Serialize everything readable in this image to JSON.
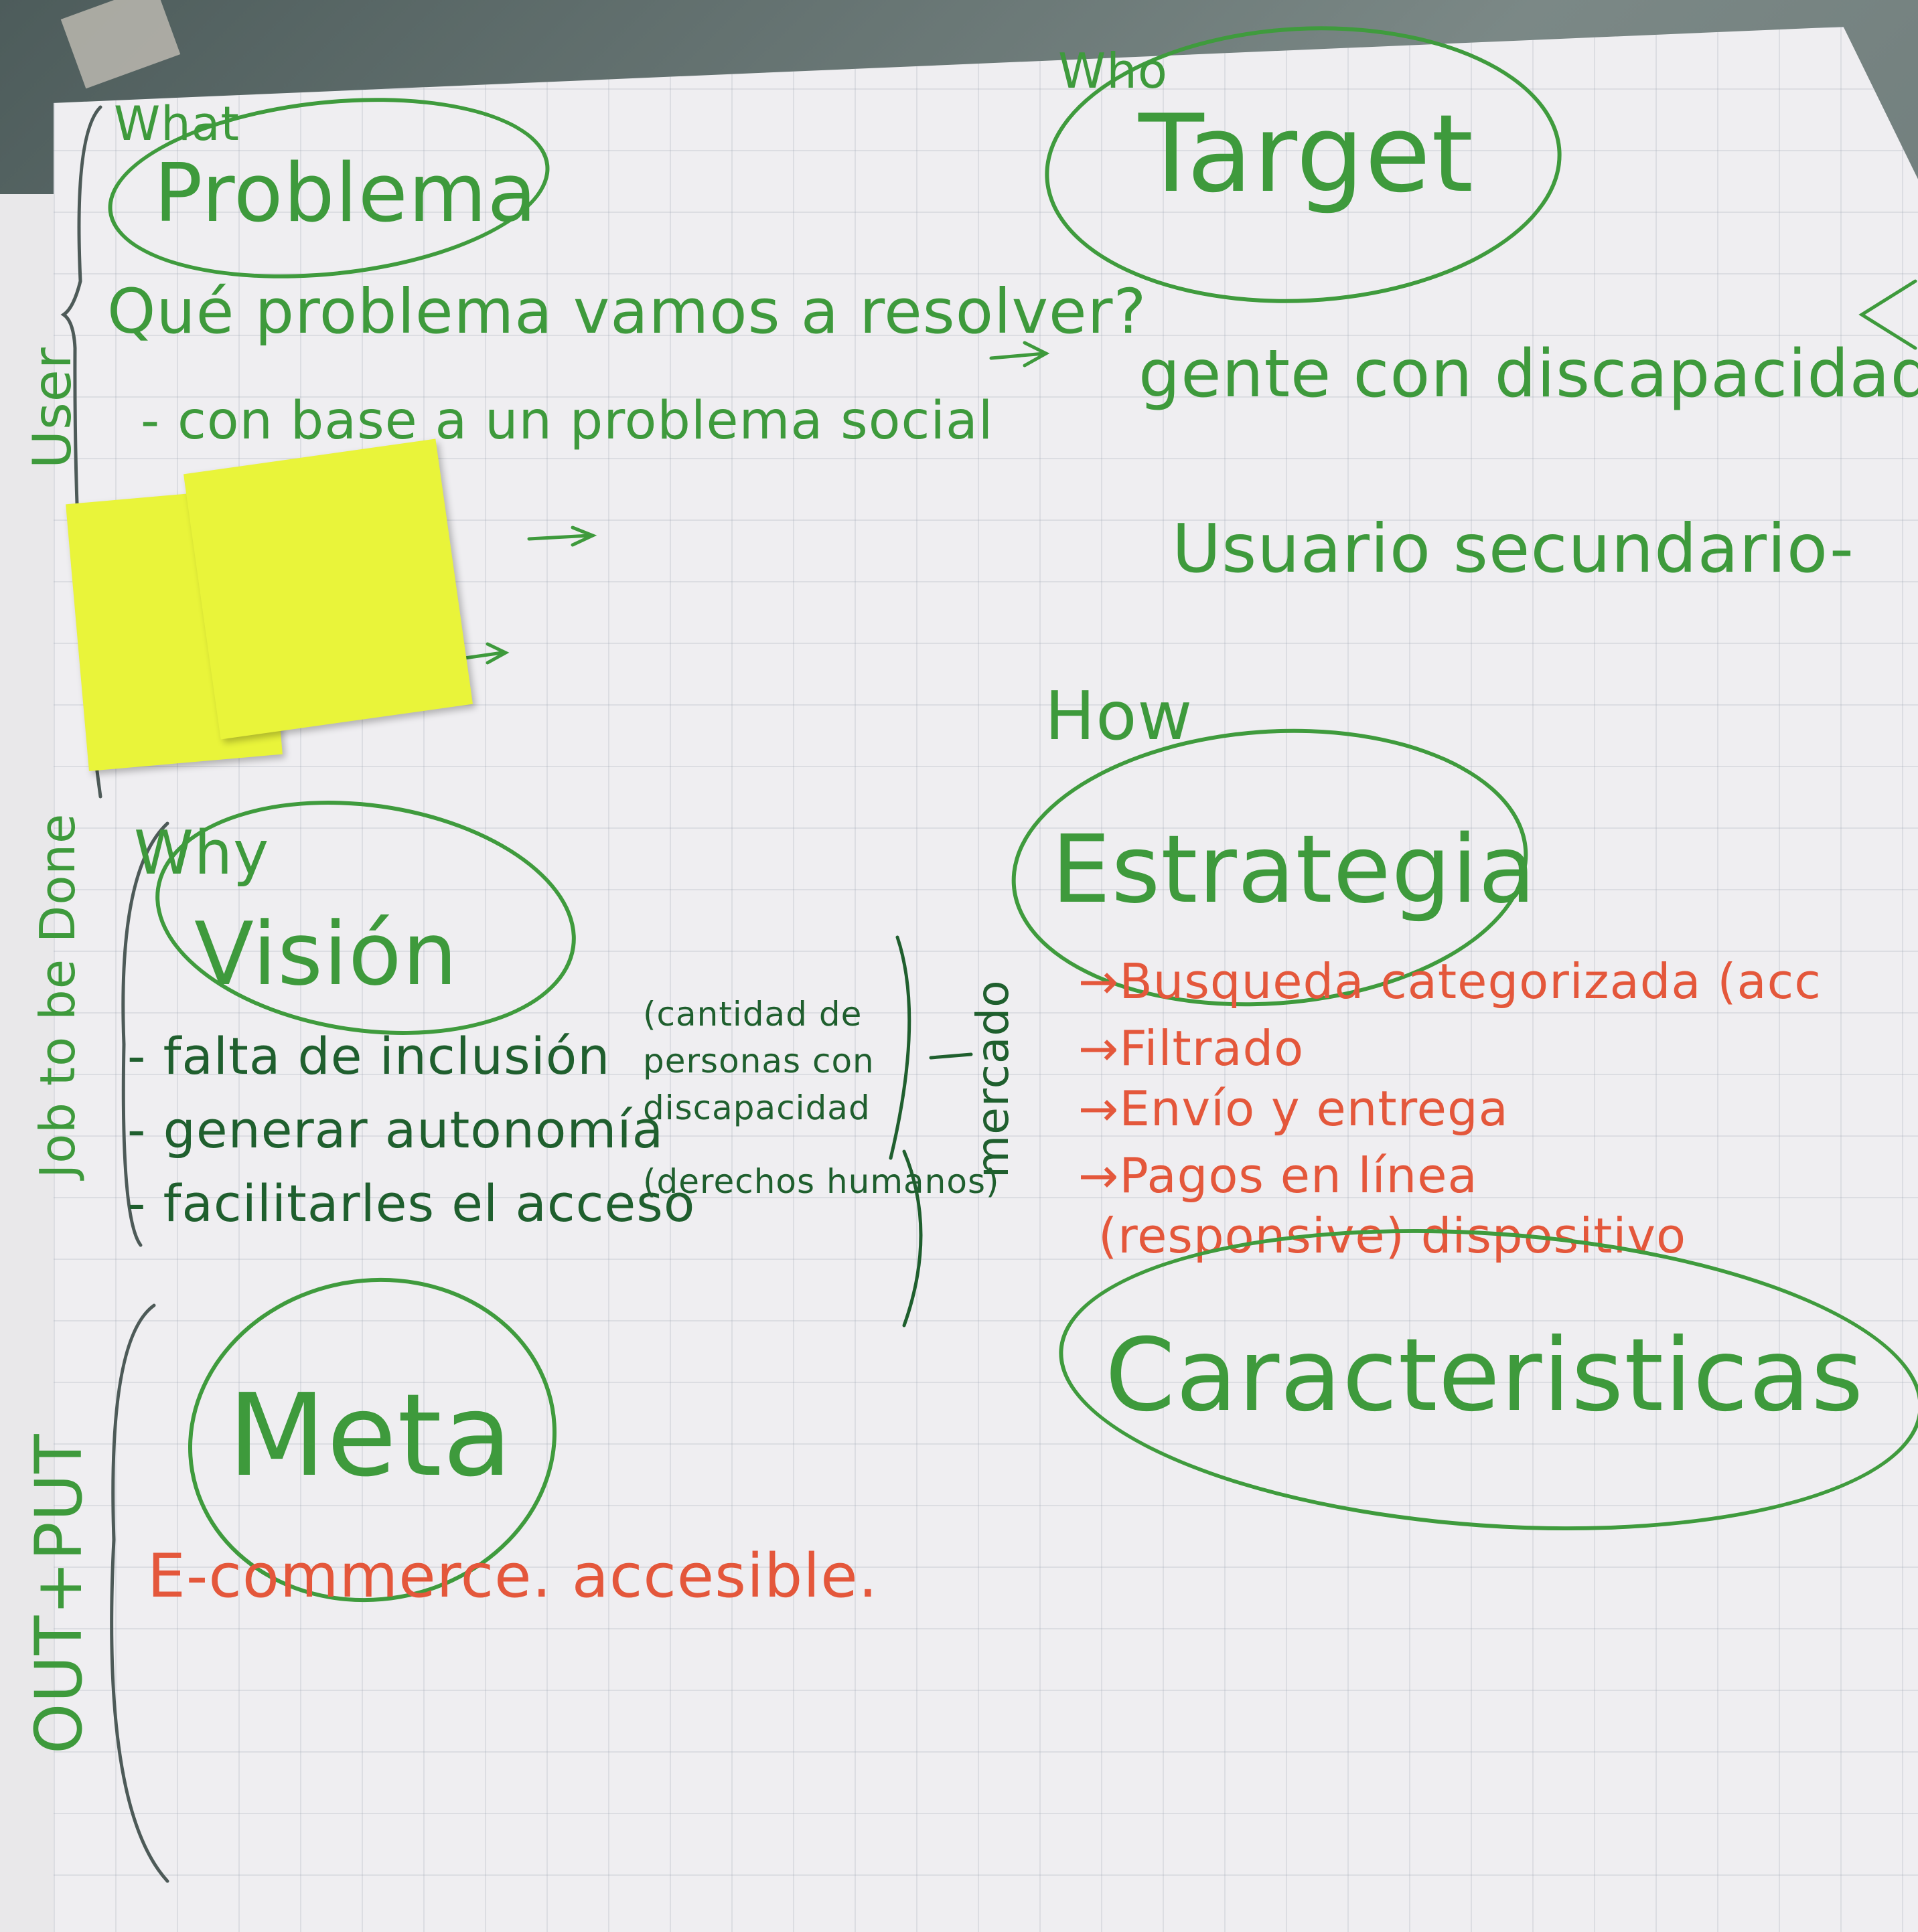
{
  "what": {
    "tag": "What",
    "title": "Problema",
    "question": "Qué problema vamos a resolver?",
    "item": "- con base a un problema social"
  },
  "who": {
    "tag": "Who",
    "title": "Target",
    "primary": "gente con discapacidad",
    "secondary": "Usuario secundario-"
  },
  "sticky_note": {
    "label": "sticky note"
  },
  "side_labels": {
    "user": "User",
    "jobs": "Job to be Done",
    "output": "OUT+PUT"
  },
  "why": {
    "tag": "Why",
    "title": "Visión",
    "items": [
      "- falta de inclusión",
      "- generar autonomía",
      "- facilitarles el acceso"
    ],
    "notes": [
      "(cantidad de personas con discapacidad",
      "(derechos humanos)"
    ],
    "side": "mercado"
  },
  "how": {
    "tag": "How",
    "title": "Estrategia",
    "items": [
      "→Busqueda categorizada (acc",
      "→Filtrado",
      "→Envío y entrega",
      "→Pagos en línea",
      "(responsive) dispositivo"
    ]
  },
  "caracteristicas": {
    "title": "Caracteristicas"
  },
  "meta": {
    "title": "Meta",
    "value": "E-commerce. accesible."
  },
  "colors": {
    "green_marker": "#3e9a3c",
    "dark_green_marker": "#1f5f2e",
    "red_marker": "#e4573b",
    "sticky": "#e9f43a"
  }
}
